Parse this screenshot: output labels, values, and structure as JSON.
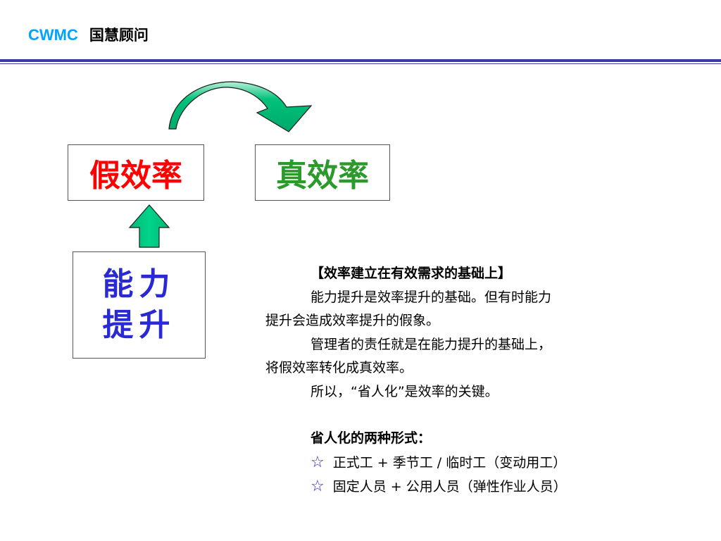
{
  "header": {
    "brand": "CWMC",
    "brand_cn": "国慧顾问"
  },
  "diagram": {
    "fake_efficiency": "假效率",
    "true_efficiency": "真效率",
    "ability_line1": "能力",
    "ability_line2": "提升"
  },
  "text": {
    "title": "【效率建立在有效需求的基础上】",
    "para1_line1": "能力提升是效率提升的基础。但有时能力",
    "para1_line2": "提升会造成效率提升的假象。",
    "para2_line1": "管理者的责任就是在能力提升的基础上，",
    "para2_line2": "将假效率转化成真效率。",
    "para3": "所以，“省人化”是效率的关键。",
    "forms_title": "省人化的两种形式：",
    "form1": "正式工 + 季节工 / 临时工（变动用工）",
    "form2": "固定人员 + 公用人员（弹性作业人员）",
    "bullet": "☆"
  },
  "colors": {
    "brand": "#00a3ff",
    "fake": "#ff0000",
    "true": "#2a9a2a",
    "ability": "#2a2ad4",
    "arrow": "#00c27a",
    "rule": "#3a3aa8",
    "bullet": "#2222cc"
  },
  "icons": {
    "curved_arrow": "curved-arrow-right-icon",
    "up_arrow": "up-arrow-icon",
    "star": "star-outline-icon"
  }
}
